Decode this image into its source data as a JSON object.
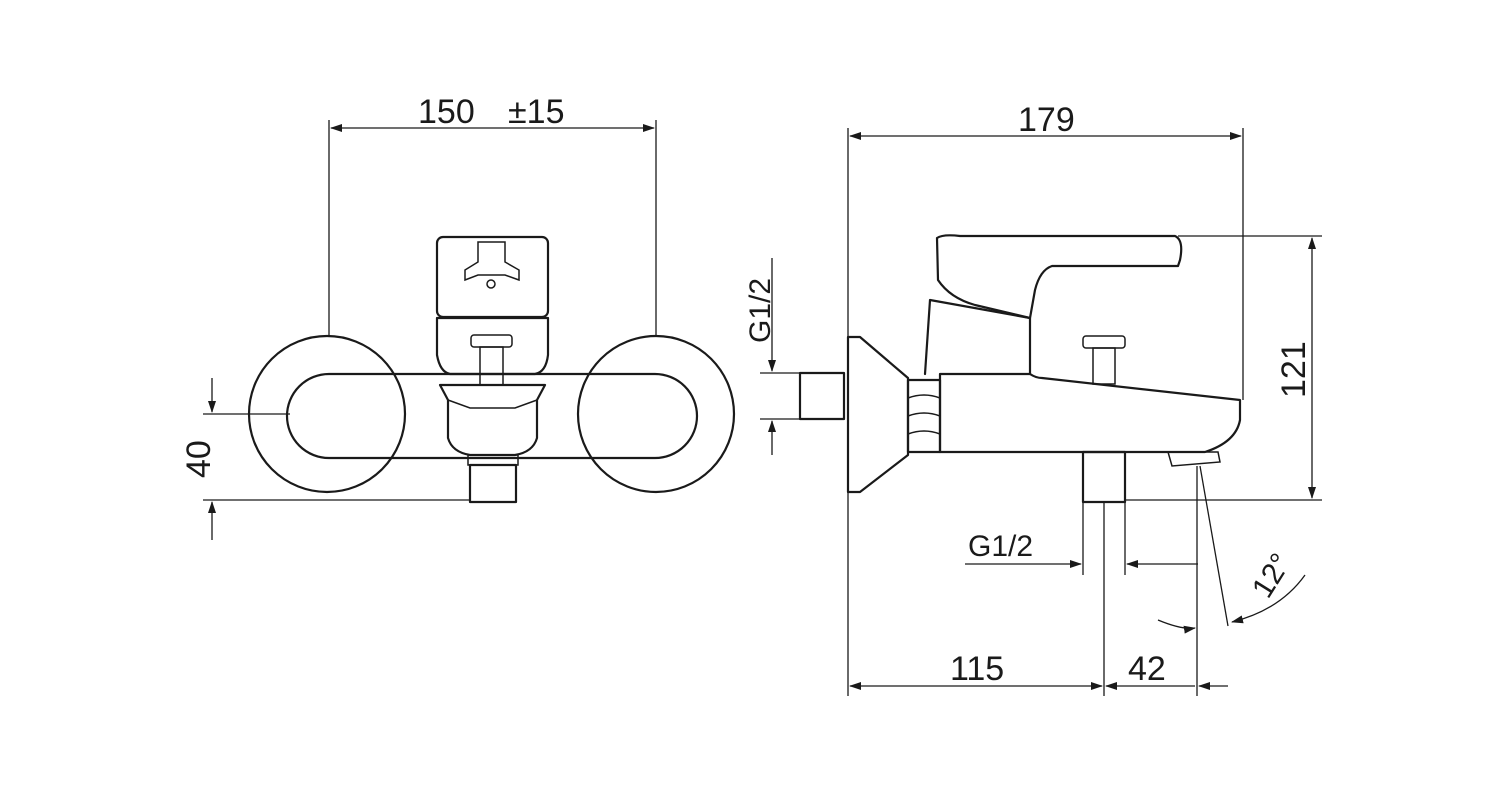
{
  "front_view": {
    "width_dimension": "150",
    "width_tolerance": "±15",
    "height_dimension": "40"
  },
  "side_view": {
    "overall_length": "179",
    "overall_height": "121",
    "inlet_thread": "G1/2",
    "outlet_thread": "G1/2",
    "wall_to_outlet": "115",
    "outlet_offset": "42",
    "spout_angle": "12°"
  },
  "colors": {
    "line": "#1a1a1a",
    "background": "#ffffff"
  }
}
